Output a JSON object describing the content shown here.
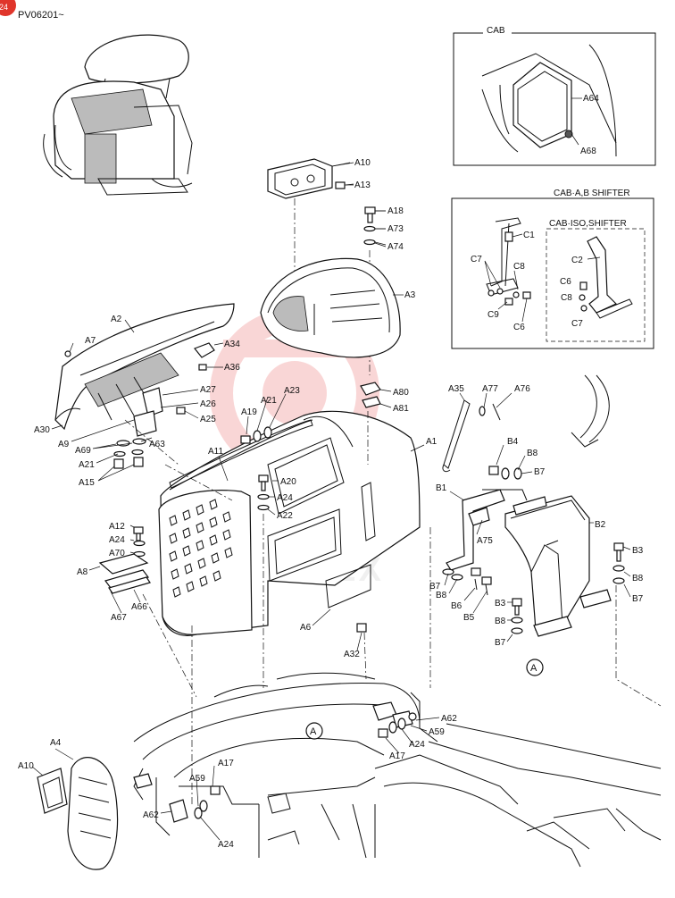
{
  "model_code": "PV06201~",
  "corner_mark": "24",
  "watermark_text": "MHTEX",
  "inset_cab": {
    "title": "CAB",
    "labels": [
      "A64",
      "A68"
    ]
  },
  "inset_ab_shifter": {
    "title": "CAB·A,B SHIFTER",
    "labels": [
      "C1",
      "C7",
      "C8",
      "C9",
      "C6"
    ]
  },
  "inset_iso_shifter": {
    "title": "CAB·ISO,SHIFTER",
    "labels": [
      "C2",
      "C6",
      "C8",
      "C7"
    ]
  },
  "callout_letter": "A",
  "labels": [
    "A10",
    "A13",
    "A18",
    "A73",
    "A74",
    "A3",
    "A2",
    "A7",
    "A34",
    "A36",
    "A27",
    "A26",
    "A25",
    "A30",
    "A9",
    "A69",
    "A63",
    "A21",
    "A15",
    "A80",
    "A81",
    "A35",
    "A77",
    "A76",
    "A21",
    "A23",
    "A19",
    "A1",
    "A11",
    "A20",
    "A24",
    "A22",
    "B4",
    "B8",
    "B7",
    "B1",
    "A75",
    "B2",
    "B3",
    "B8",
    "B7",
    "A12",
    "A24",
    "A70",
    "A8",
    "A67",
    "A66",
    "B7",
    "B8",
    "B6",
    "B5",
    "B3",
    "B8",
    "B7",
    "A6",
    "A32",
    "A62",
    "A59",
    "A24",
    "A17",
    "A4",
    "A10",
    "A17",
    "A59",
    "A62",
    "A24"
  ],
  "colors": {
    "line": "#111111",
    "watermark": "#e84a4a",
    "corner_mark": "#e0352b"
  }
}
